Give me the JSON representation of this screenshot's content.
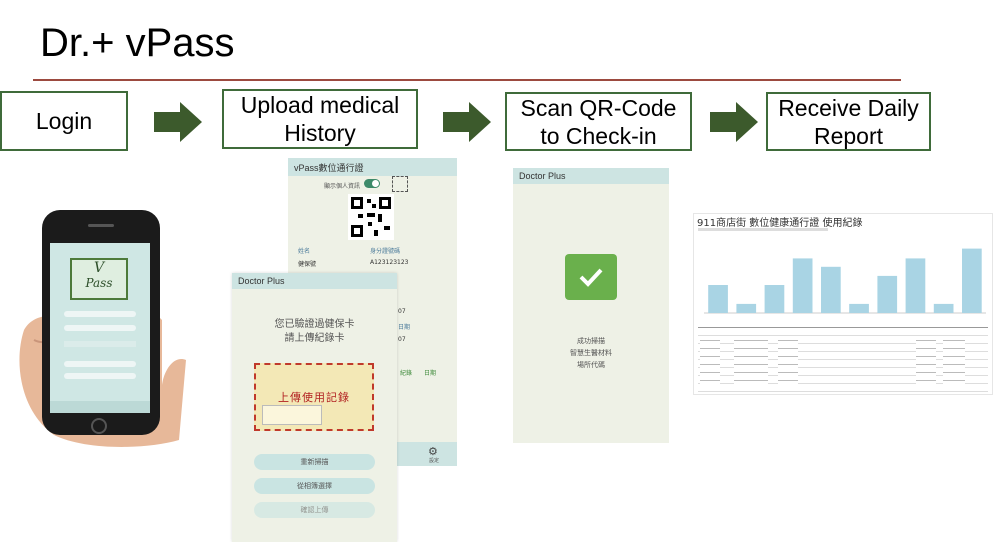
{
  "title": "Dr.+ vPass",
  "steps": [
    {
      "line1": "Login",
      "line2": ""
    },
    {
      "line1": "Upload medical",
      "line2": "History"
    },
    {
      "line1": "Scan QR-Code",
      "line2": "to Check-in"
    },
    {
      "line1": "Receive Daily",
      "line2": "Report"
    }
  ],
  "phone": {
    "logo_v": "V",
    "logo_pass": "Pass"
  },
  "vpass_screen": {
    "header": "vPass數位通行證",
    "toggle_label": "顯示個人資訊",
    "row_name": "姓名",
    "row_id_type": "身分證號碼",
    "row_label_health": "健保號",
    "row_id_value": "A123123123",
    "side_a": "07",
    "side_b": "日期",
    "side_c": "07",
    "side_d": "日期",
    "side_e": "紀錄",
    "footer_label": "設定"
  },
  "upload_screen": {
    "header": "Doctor Plus",
    "verified_line1": "您已驗證過健保卡",
    "verified_line2": "請上傳紀錄卡",
    "card_text": "上傳使用記錄",
    "btn1": "重新掃描",
    "btn2": "從相簿選擇",
    "btn3": "確認上傳"
  },
  "checkin_screen": {
    "header": "Doctor Plus",
    "line1": "成功掃描",
    "line2": "智慧生醫材料",
    "line3": "場所代碼"
  },
  "report": {
    "title": "911商店街 數位健康通行證 使用紀錄",
    "bars": [
      0.4,
      0.13,
      0.4,
      0.78,
      0.66,
      0.13,
      0.53,
      0.78,
      0.13,
      0.92
    ],
    "bar_color": "#a9d4e4"
  },
  "colors": {
    "step_border": "#3f6b3a",
    "arrow": "#3c5a2c",
    "rule": "#9c4a3f",
    "check_green": "#6ab04c"
  }
}
